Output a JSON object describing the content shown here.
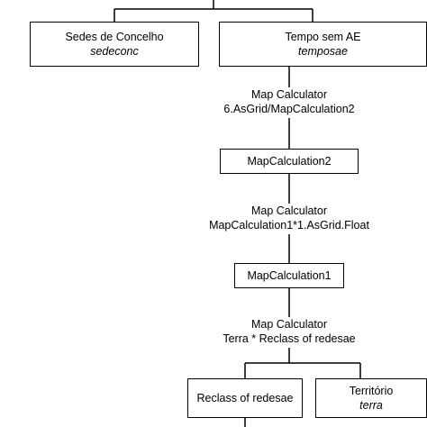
{
  "nodes": {
    "sedes": {
      "title": "Sedes de Concelho",
      "subtitle": "sedeconc"
    },
    "tempo": {
      "title": "Tempo sem AE",
      "subtitle": "temposae"
    },
    "mapcalc2": {
      "title": "MapCalculation2"
    },
    "mapcalc1": {
      "title": "MapCalculation1"
    },
    "reclass": {
      "title": "Reclass of redesae"
    },
    "territorio": {
      "title": "Território",
      "subtitle": "terra"
    }
  },
  "operations": {
    "op1": {
      "tool": "Map Calculator",
      "expression": "6.AsGrid/MapCalculation2"
    },
    "op2": {
      "tool": "Map Calculator",
      "expression": "MapCalculation1*1.AsGrid.Float"
    },
    "op3": {
      "tool": "Map Calculator",
      "expression": "Terra * Reclass of redesae"
    }
  },
  "colors": {
    "line": "#000000",
    "background": "#ffffff"
  }
}
